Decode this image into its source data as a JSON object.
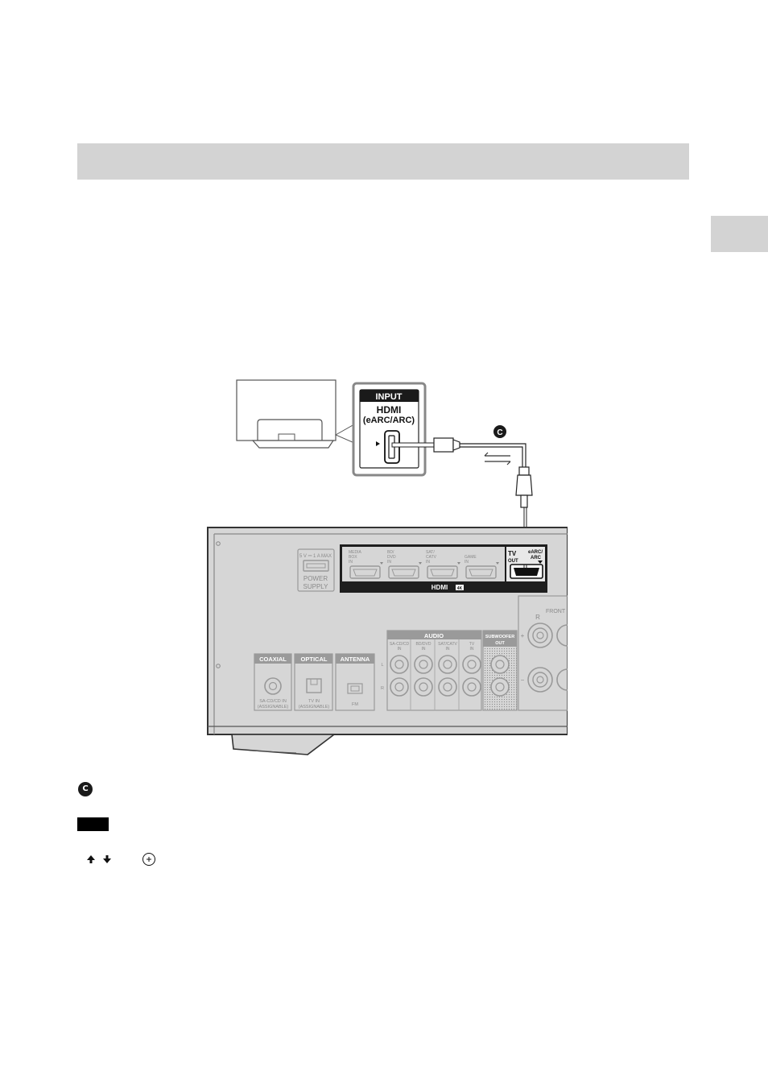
{
  "diagram": {
    "tv_input": {
      "header": "INPUT",
      "port_title": "HDMI",
      "port_subtitle": "(eARC/ARC)"
    },
    "cable_marker": "C",
    "receiver": {
      "power": {
        "rating": "5 V ⎓ 1 A MAX",
        "label_line1": "POWER",
        "label_line2": "SUPPLY"
      },
      "hdmi_inputs": [
        {
          "line1": "MEDIA",
          "line2": "BOX",
          "line3": "IN"
        },
        {
          "line1": "BD/",
          "line2": "DVD",
          "line3": "IN"
        },
        {
          "line1": "SAT/",
          "line2": "CATV",
          "line3": "IN"
        },
        {
          "line1": "",
          "line2": "GAME",
          "line3": "IN"
        }
      ],
      "hdmi_out": {
        "line1": "TV",
        "line2": "OUT",
        "arc_line1": "eARC/",
        "arc_line2": "ARC"
      },
      "hdmi_bar_label": "HDMI",
      "hdmi_4k_badge": "4K",
      "coaxial": {
        "header": "COAXIAL",
        "line1": "SA-CD/CD IN",
        "line2": "(ASSIGNABLE)"
      },
      "optical": {
        "header": "OPTICAL",
        "line1": "TV IN",
        "line2": "(ASSIGNABLE)"
      },
      "antenna": {
        "header": "ANTENNA",
        "line1": "FM"
      },
      "audio": {
        "header": "AUDIO",
        "inputs": [
          {
            "line1": "SA-CD/CD",
            "line2": "IN"
          },
          {
            "line1": "BD/DVD",
            "line2": "IN"
          },
          {
            "line1": "SAT/CATV",
            "line2": "IN"
          },
          {
            "line1": "TV",
            "line2": "IN"
          }
        ],
        "left_label": "L",
        "right_label": "R"
      },
      "subwoofer": {
        "line1": "SUBWOOFER",
        "line2": "OUT"
      },
      "front": {
        "label": "FRONT",
        "channel": "R",
        "plus": "+",
        "minus": "−"
      }
    }
  },
  "legend": {
    "marker": "C"
  },
  "icons": {
    "up": "arrow-up-icon",
    "down": "arrow-down-icon",
    "enter": "enter-icon"
  },
  "colors": {
    "section_bar": "#d3d3d3",
    "device_gray": "#d6d6d6",
    "outline": "#7a7a7a",
    "dark_panel": "#1e1e1e"
  }
}
